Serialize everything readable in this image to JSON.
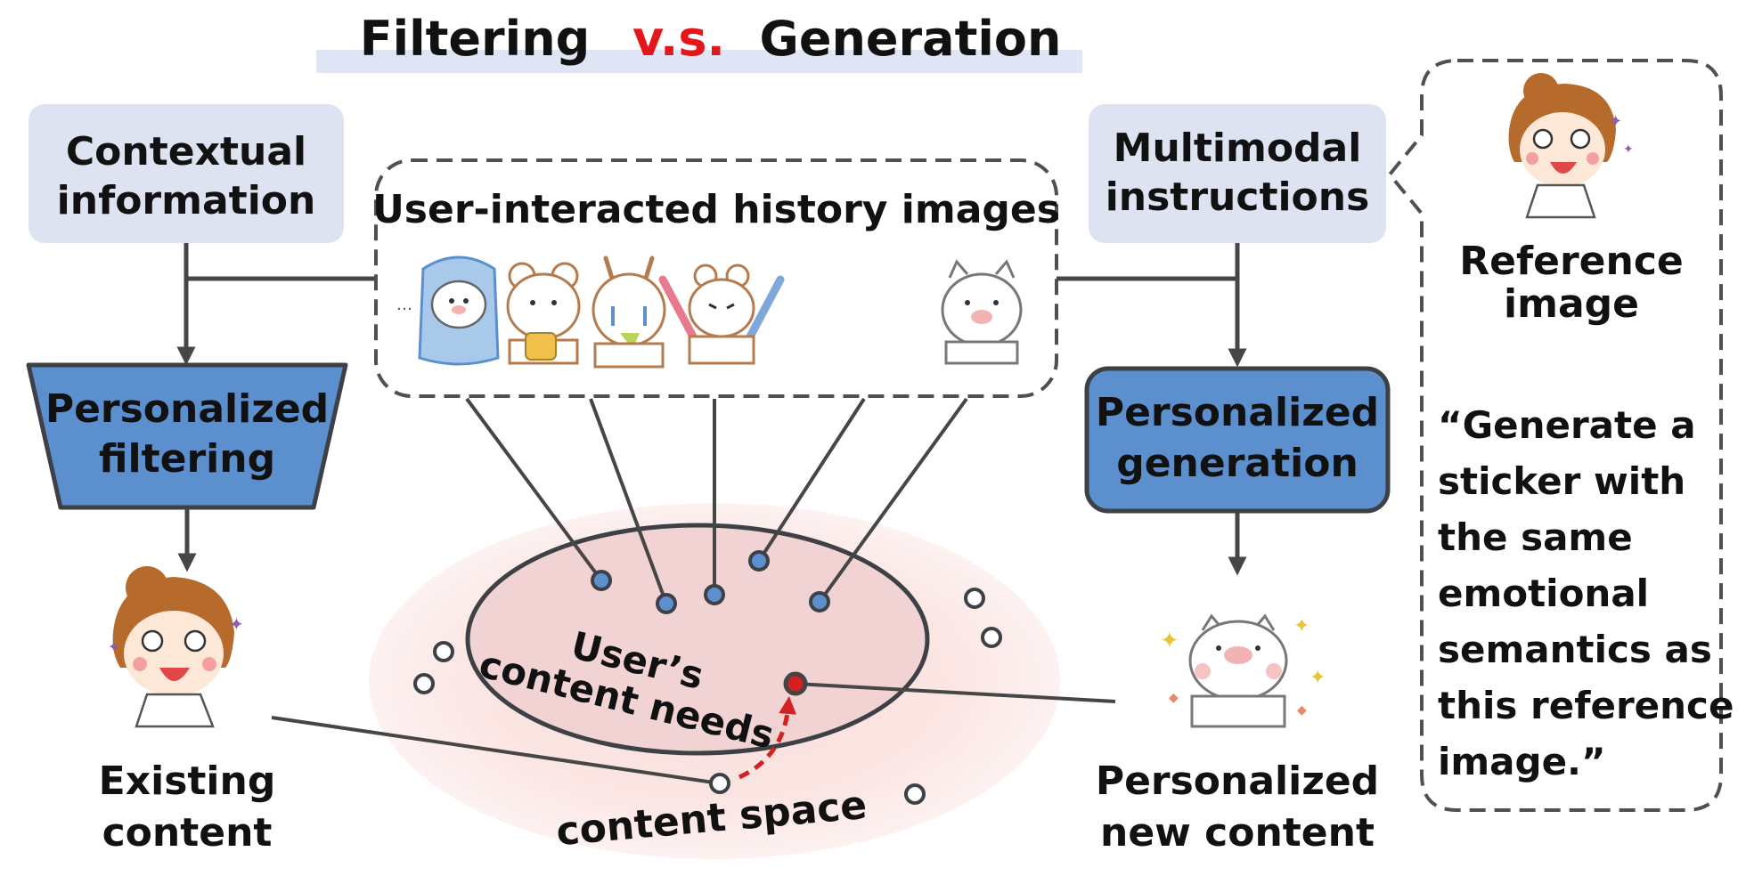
{
  "title": {
    "left": "Filtering",
    "middle": "v.s.",
    "right": "Generation"
  },
  "colors": {
    "title_band": "#dfe5f4",
    "vs_red": "#e3171b",
    "info_box_fill": "#dde3f1",
    "process_fill": "#5b8fce",
    "process_stroke": "#3d4146",
    "dashed_border": "#505050",
    "arrow_gray": "#464646",
    "ellipse_outer": "#fce9e7",
    "ellipse_inner": "#f2d3d3",
    "dot_blue": "#5b8fce",
    "dot_dark": "#444444",
    "dot_red": "#d42020"
  },
  "left_column": {
    "context_line1": "Contextual",
    "context_line2": "information",
    "filter_line1": "Personalized",
    "filter_line2": "filtering",
    "existing_line1": "Existing",
    "existing_line2": "content"
  },
  "history": {
    "title": "User-interacted history images",
    "stickers": [
      "bunny-in-blue-hoodie-sticker",
      "bear-with-teacup-sticker",
      "crying-bunny-sticker",
      "bunny-with-glowsticks-sticker",
      "annoyed-pig-sticker"
    ]
  },
  "center": {
    "needs_line1": "User’s",
    "needs_line2": "content needs",
    "space_label": "content space"
  },
  "right_column": {
    "multimodal_line1": "Multimodal",
    "multimodal_line2": "instructions",
    "generation_line1": "Personalized",
    "generation_line2": "generation",
    "new_line1": "Personalized",
    "new_line2": "new content"
  },
  "reference_panel": {
    "label_line1": "Reference",
    "label_line2": "image",
    "quote_lines": [
      "“Generate a",
      "sticker with",
      "the same",
      "emotional",
      "semantics as",
      "this reference",
      "image.”"
    ]
  }
}
